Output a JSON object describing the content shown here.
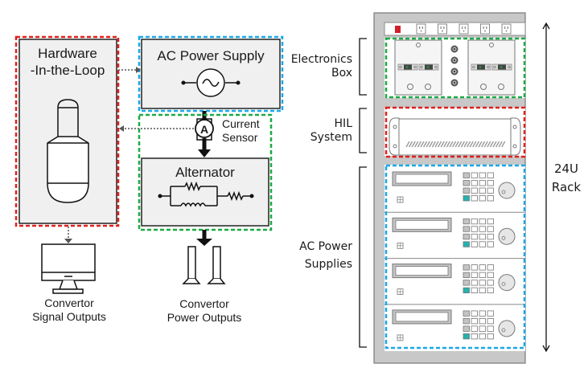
{
  "left_diagram": {
    "hil_block": {
      "title_line1": "Hardware",
      "title_line2": "-In-the-Loop",
      "outline_color": "#e0201e"
    },
    "ac_supply_block": {
      "title": "AC Power Supply",
      "outline_color": "#1aa7e6"
    },
    "current_sensor": {
      "symbol": "A",
      "label_line1": "Current",
      "label_line2": "Sensor"
    },
    "alternator_block": {
      "title": "Alternator",
      "outline_color": "#1daa44"
    },
    "signal_outputs": {
      "line1": "Convertor",
      "line2": "Signal Outputs",
      "icon": "monitor-icon"
    },
    "power_outputs": {
      "line1": "Convertor",
      "line2": "Power Outputs",
      "icon": "power-terminals-icon"
    }
  },
  "rack": {
    "size_line1": "24U",
    "size_line2": "Rack",
    "sections": [
      {
        "id": "electronics",
        "line1": "Electronics",
        "line2": "Box",
        "outline_color": "#1daa44"
      },
      {
        "id": "hil",
        "line1": "HIL",
        "line2": "System",
        "outline_color": "#e0201e"
      },
      {
        "id": "ac",
        "line1": "AC Power",
        "line2": "Supplies",
        "outline_color": "#1aa7e6"
      }
    ],
    "power_strip": {
      "outlet_count": 5,
      "switch_color": "#d0202a"
    },
    "ac_supply_unit_count": 4,
    "accent_button_color": "#20b4b0",
    "frame_color": "#c8c8c8"
  }
}
